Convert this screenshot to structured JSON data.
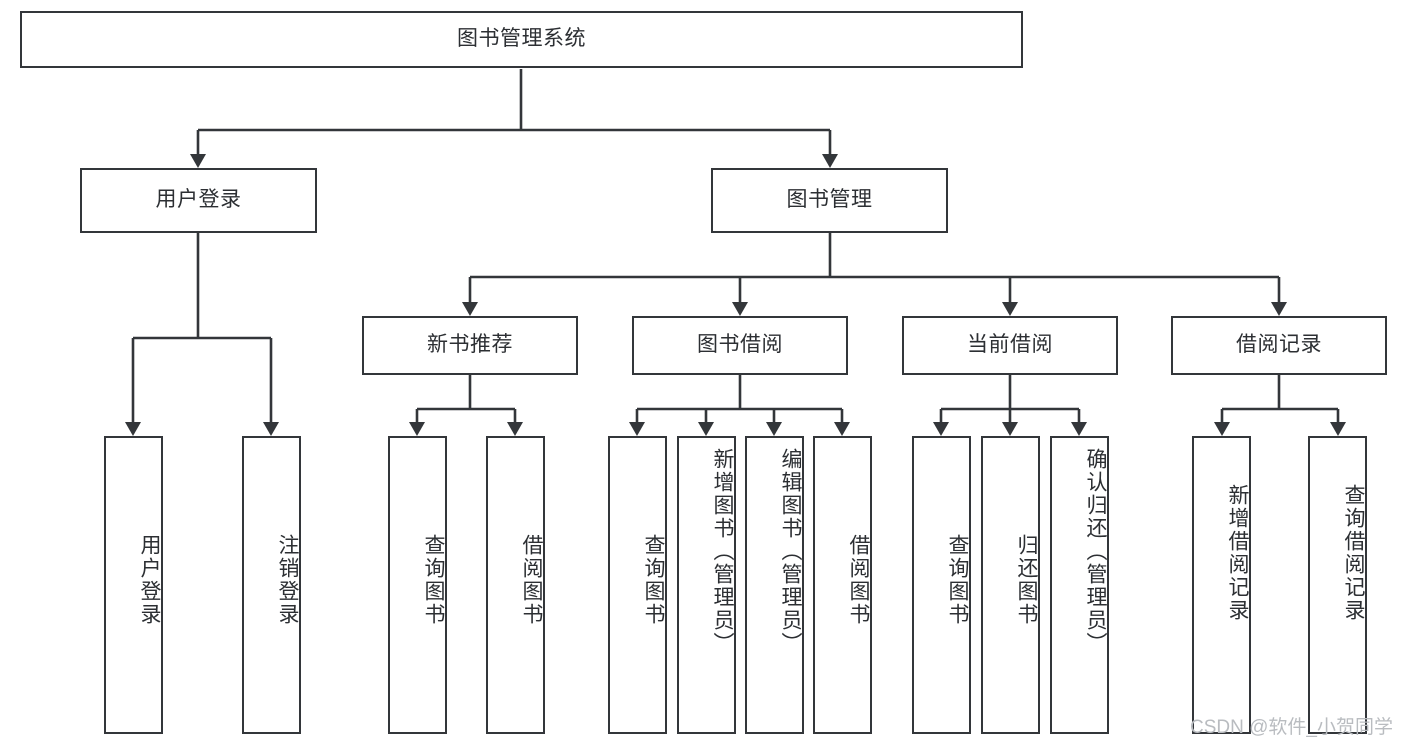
{
  "diagram": {
    "title": "图书管理系统",
    "watermark": "CSDN @软件_小贺同学",
    "colors": {
      "box_border": "#33363a",
      "box_fill": "#ffffff",
      "text": "#2c2f33",
      "wire": "#33363a",
      "watermark": "#b9bcc0",
      "background": "#ffffff"
    },
    "root": {
      "label": "图书管理系统"
    },
    "level2": [
      {
        "label": "用户登录"
      },
      {
        "label": "图书管理"
      }
    ],
    "level3": [
      {
        "label": "新书推荐"
      },
      {
        "label": "图书借阅"
      },
      {
        "label": "当前借阅"
      },
      {
        "label": "借阅记录"
      }
    ],
    "leaves": {
      "user_login": [
        {
          "label": "用户登录"
        },
        {
          "label": "注销登录"
        }
      ],
      "new_book_recommend": [
        {
          "label": "查询图书"
        },
        {
          "label": "借阅图书"
        }
      ],
      "book_borrow": [
        {
          "label": "查询图书"
        },
        {
          "label": "新增图书（管理员）"
        },
        {
          "label": "编辑图书（管理员）"
        },
        {
          "label": "借阅图书"
        }
      ],
      "current_borrow": [
        {
          "label": "查询图书"
        },
        {
          "label": "归还图书"
        },
        {
          "label": "确认归还（管理员）"
        }
      ],
      "borrow_record": [
        {
          "label": "新增借阅记录"
        },
        {
          "label": "查询借阅记录"
        }
      ]
    }
  }
}
